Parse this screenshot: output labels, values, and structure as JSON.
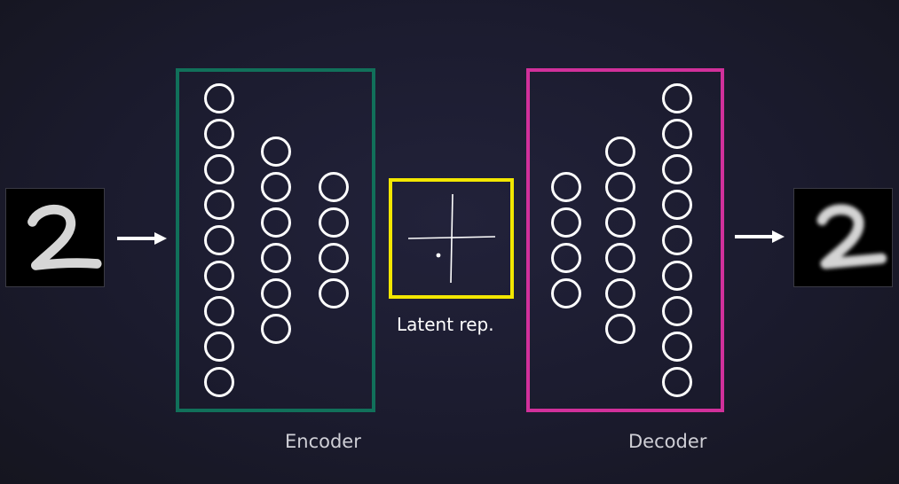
{
  "colors": {
    "encoder_border": "#11705a",
    "decoder_border": "#d1309b",
    "latent_border": "#f2e600",
    "node_stroke": "#ffffff",
    "arrow": "#ffffff"
  },
  "input_image": {
    "digit": "2"
  },
  "output_image": {
    "digit": "2"
  },
  "encoder": {
    "label": "Encoder",
    "layers": [
      9,
      6,
      4
    ]
  },
  "latent": {
    "label": "Latent rep."
  },
  "decoder": {
    "label": "Decoder",
    "layers": [
      4,
      6,
      9
    ]
  }
}
